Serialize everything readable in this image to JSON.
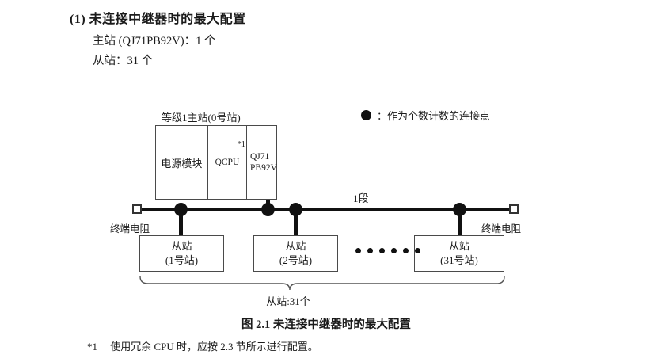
{
  "heading": {
    "title": "(1) 未连接中继器时的最大配置",
    "master_line": "主站 (QJ71PB92V)：1 个",
    "slave_line": "从站：31 个"
  },
  "diagram": {
    "master_label": "等级1主站(0号站)",
    "rack": {
      "power_module": "电源模块",
      "cpu": "QCPU",
      "cpu_footnote_mark": "*1",
      "network_module_line1": "QJ71",
      "network_module_line2": "PB92V"
    },
    "legend": {
      "symbol": "filled-circle",
      "text": "：作为个数计数的连接点"
    },
    "segment_label": "1段",
    "terminator_left": "终端电阻",
    "terminator_right": "终端电阻",
    "slaves": [
      {
        "name": "从站",
        "station": "(1号站)"
      },
      {
        "name": "从站",
        "station": "(2号站)"
      },
      {
        "name": "从站",
        "station": "(31号站)"
      }
    ],
    "ellipsis_count": 6,
    "brace_label": "从站:31个"
  },
  "caption": "图 2.1  未连接中继器时的最大配置",
  "footnote": {
    "mark": "*1",
    "text": "使用冗余 CPU 时，应按 2.3 节所示进行配置。"
  },
  "colors": {
    "line_dark": "#111111",
    "box_border": "#4a4a4a",
    "text": "#1b1b1b",
    "background": "#ffffff"
  }
}
